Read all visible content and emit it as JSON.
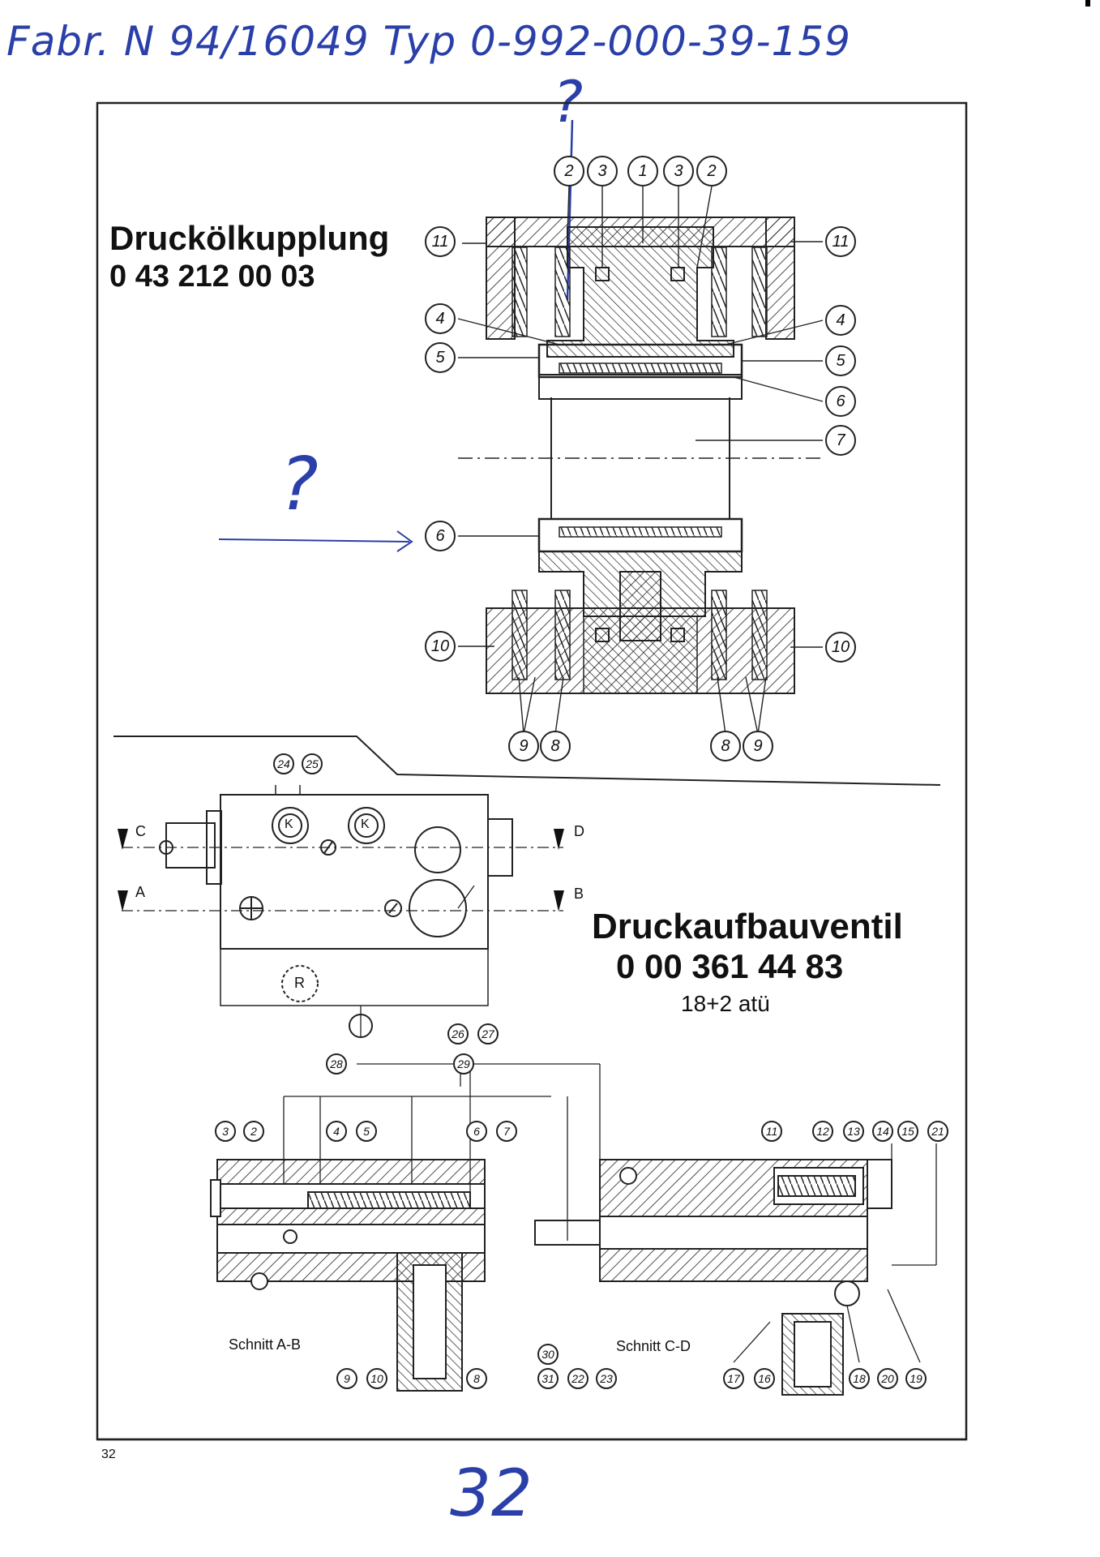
{
  "handwritten": {
    "header": "Fabr. N 94/16049 Typ 0-992-000-39-159",
    "question_marks": [
      "?",
      "?"
    ],
    "page_number": "32"
  },
  "coupling": {
    "title": "Druckölkupplung",
    "part_number": "0 43 212 00 03",
    "callouts_top": [
      "2",
      "3",
      "1",
      "3",
      "2"
    ],
    "callouts_left": [
      "11",
      "4",
      "5",
      "6",
      "10"
    ],
    "callouts_right": [
      "11",
      "4",
      "5",
      "6",
      "7",
      "10"
    ],
    "callouts_bottom_left": [
      "9",
      "8"
    ],
    "callouts_bottom_right": [
      "8",
      "9"
    ]
  },
  "valve": {
    "title": "Druckaufbauventil",
    "part_number": "0 00 361 44 83",
    "pressure": "18+2 atü",
    "section_letters": [
      "C",
      "A",
      "D",
      "B"
    ],
    "k_marks": [
      "K",
      "K"
    ],
    "r_mark": "R",
    "callouts_top": [
      "24",
      "25"
    ],
    "callouts_mid": [
      "26",
      "27",
      "28",
      "29"
    ],
    "section_ab_callouts": [
      "3",
      "2",
      "4",
      "5",
      "6",
      "7",
      "9",
      "10",
      "8"
    ],
    "section_cd_callouts": [
      "11",
      "12",
      "13",
      "14",
      "15",
      "21",
      "30",
      "31",
      "22",
      "23",
      "17",
      "16",
      "18",
      "20",
      "19"
    ],
    "section_ab_label": "Schnitt A-B",
    "section_cd_label": "Schnitt C-D"
  },
  "printed_page_number": "32"
}
